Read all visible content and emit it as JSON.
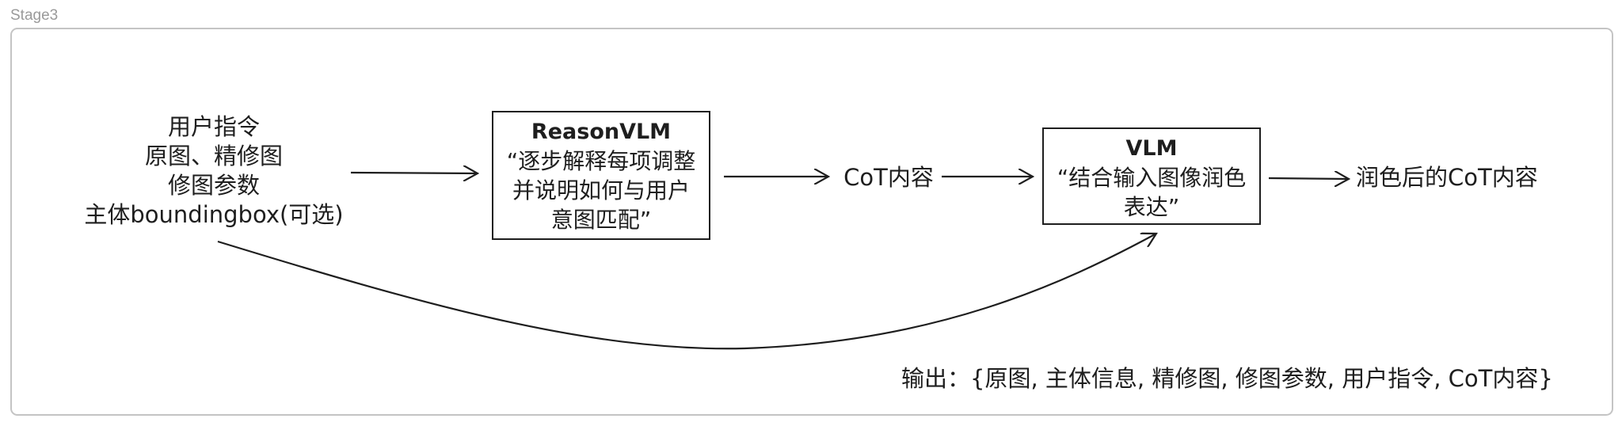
{
  "stage": {
    "label": "Stage3"
  },
  "input_block": {
    "lines": [
      "用户指令",
      "原图、精修图",
      "修图参数",
      "主体boundingbox(可选)"
    ]
  },
  "reason_box": {
    "title": "ReasonVLM",
    "lines": [
      "“逐步解释每项调整",
      "并说明如何与用户",
      "意图匹配”"
    ]
  },
  "cot_label": "CoT内容",
  "vlm_box": {
    "title": "VLM",
    "lines": [
      "“结合输入图像润色",
      "表达”"
    ]
  },
  "final_label": "润色后的CoT内容",
  "output_note": "输出：{原图, 主体信息, 精修图, 修图参数, 用户指令, CoT内容}",
  "colors": {
    "ink": "#1e1e1e",
    "frame": "#c4c4c4",
    "stage_label": "#9a9a9a"
  }
}
